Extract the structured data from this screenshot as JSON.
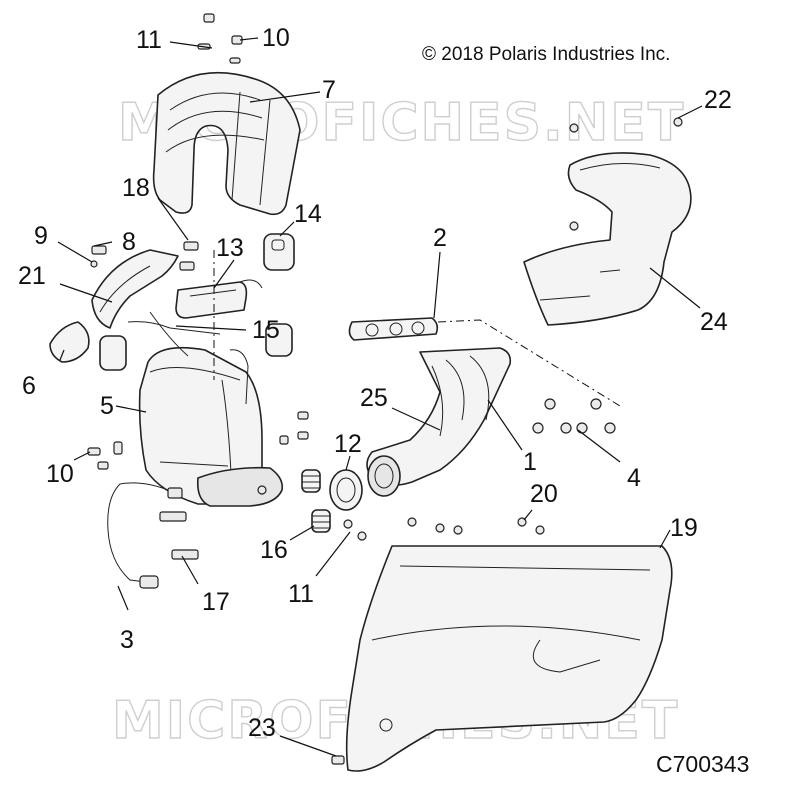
{
  "copyright": "© 2018 Polaris Industries Inc.",
  "diagram_code": "C700343",
  "watermark": "MICROFICHES.NET",
  "callouts": [
    "1",
    "2",
    "3",
    "4",
    "5",
    "6",
    "7",
    "8",
    "9",
    "10",
    "10",
    "11",
    "11",
    "12",
    "13",
    "14",
    "15",
    "16",
    "17",
    "18",
    "19",
    "20",
    "21",
    "22",
    "23",
    "24",
    "25"
  ]
}
